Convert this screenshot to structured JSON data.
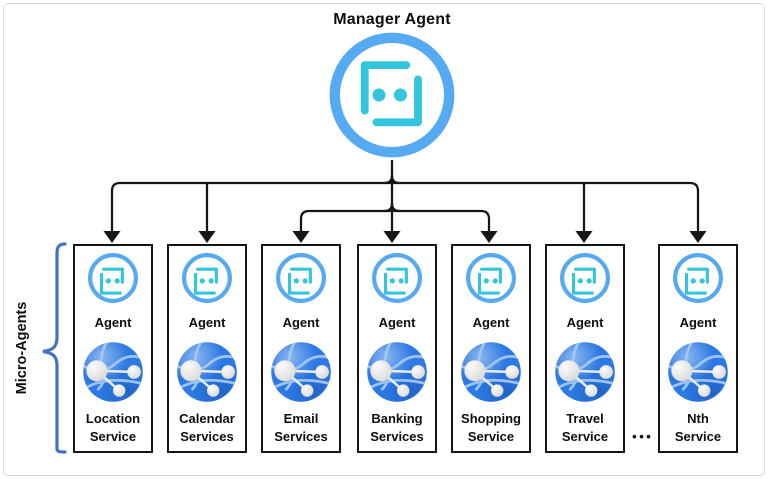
{
  "title": "Manager Agent",
  "group_label": "Micro-Agents",
  "ellipsis": "•••",
  "manager": {
    "icon": "bot-icon"
  },
  "agents": [
    {
      "agent_label": "Agent",
      "service_line1": "Location",
      "service_line2": "Service"
    },
    {
      "agent_label": "Agent",
      "service_line1": "Calendar",
      "service_line2": "Services"
    },
    {
      "agent_label": "Agent",
      "service_line1": "Email",
      "service_line2": "Services"
    },
    {
      "agent_label": "Agent",
      "service_line1": "Banking",
      "service_line2": "Services"
    },
    {
      "agent_label": "Agent",
      "service_line1": "Shopping",
      "service_line2": "Service"
    },
    {
      "agent_label": "Agent",
      "service_line1": "Travel",
      "service_line2": "Service"
    },
    {
      "agent_label": "Agent",
      "service_line1": "Nth",
      "service_line2": "Service"
    }
  ],
  "icons": {
    "manager_icon": "bot-icon",
    "agent_icon": "bot-icon",
    "service_icon": "globe-icon"
  },
  "colors": {
    "ring_blue": "#55aaf2",
    "face_teal": "#33c5dc",
    "globe_blue": "#2b79e3",
    "brace_blue": "#4472c4",
    "line_black": "#161616"
  }
}
